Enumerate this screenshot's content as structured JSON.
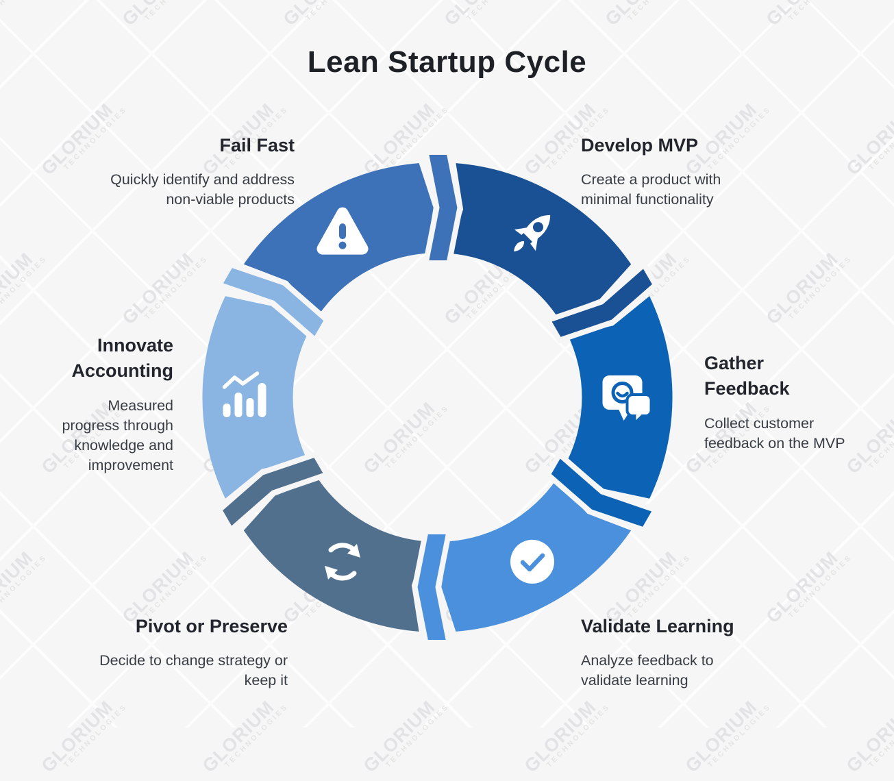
{
  "title": "Lean Startup Cycle",
  "watermark": {
    "line1": "GLORIUM",
    "line2": "TECHNOLOGIES"
  },
  "colors": {
    "background": "#f6f6f7",
    "heading_text": "#22262c",
    "body_text": "#383d44",
    "title_text": "#1d2126",
    "watermark_text": "#e3e3e6"
  },
  "cycle": {
    "type": "circular-process",
    "direction": "clockwise",
    "steps": [
      {
        "id": "develop_mvp",
        "label": "Develop MVP",
        "label_lines": [
          "Develop MVP"
        ],
        "desc_lines": [
          "Create a product with",
          "minimal functionality"
        ],
        "icon": "rocket-icon",
        "color": "#1a5194",
        "angle_start": 4.5,
        "angle_end": 55.5
      },
      {
        "id": "gather_feedback",
        "label": "Gather Feedback",
        "label_lines": [
          "Gather",
          "Feedback"
        ],
        "desc_lines": [
          "Collect customer",
          "feedback on the MVP"
        ],
        "icon": "feedback-chat-icon",
        "color": "#0c63b5",
        "angle_start": 64.5,
        "angle_end": 115.5
      },
      {
        "id": "validate_learning",
        "label": "Validate Learning",
        "label_lines": [
          "Validate Learning"
        ],
        "desc_lines": [
          "Analyze feedback to",
          "validate learning"
        ],
        "icon": "check-circle-icon",
        "color": "#4a90dc",
        "angle_start": 124.5,
        "angle_end": 175.5
      },
      {
        "id": "pivot_preserve",
        "label": "Pivot or Preserve",
        "label_lines": [
          "Pivot or Preserve"
        ],
        "desc_lines": [
          "Decide to change strategy or",
          "keep it"
        ],
        "icon": "refresh-icon",
        "color": "#51708e",
        "angle_start": 184.5,
        "angle_end": 235.5
      },
      {
        "id": "innovate_accounting",
        "label": "Innovate Accounting",
        "label_lines": [
          "Innovate",
          "Accounting"
        ],
        "desc_lines": [
          "Measured",
          "progress through",
          "knowledge and",
          "improvement"
        ],
        "icon": "bar-chart-icon",
        "color": "#8ab5e3",
        "angle_start": 244.5,
        "angle_end": 295.5
      },
      {
        "id": "fail_fast",
        "label": "Fail Fast",
        "label_lines": [
          "Fail Fast"
        ],
        "desc_lines": [
          "Quickly identify and address",
          "non-viable products"
        ],
        "icon": "warning-icon",
        "color": "#3d72b8",
        "angle_start": 304.5,
        "angle_end": 355.5
      }
    ]
  }
}
